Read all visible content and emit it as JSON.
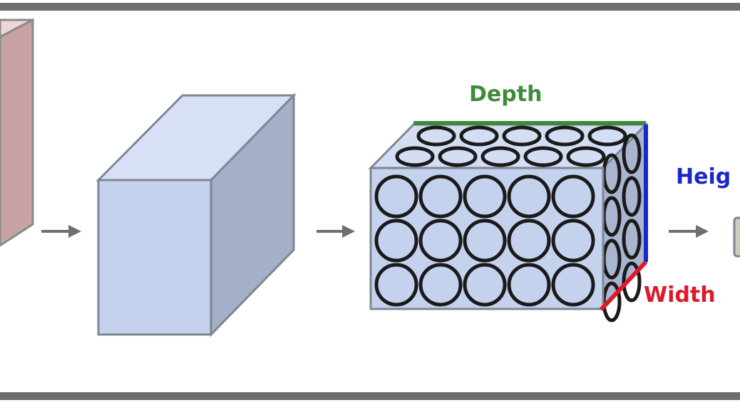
{
  "labels": {
    "depth": "Depth",
    "height": "Heig",
    "width": "Width"
  },
  "colors": {
    "frame_border": "#6e6e6e",
    "pink_front": "#c9a3a3",
    "pink_top": "#efd5d5",
    "blue_front": "#c5d2ee",
    "blue_top": "#d7e0f5",
    "blue_side": "#a4afc8",
    "cube_edge": "#7f8693",
    "neuron_fill": "#c9d6f2",
    "neuron_stroke": "#1a1a1a",
    "arrow": "#6f6f6f",
    "depth_color": "#3e8c3b",
    "height_color": "#1b27c8",
    "width_color": "#dd1a2b",
    "next_box": "#c8d0bf"
  },
  "neuron_grid": {
    "front_rows": 3,
    "front_cols": 5,
    "top_rows": 2,
    "top_cols": 5,
    "side_rows": 4,
    "side_cols": 2
  }
}
